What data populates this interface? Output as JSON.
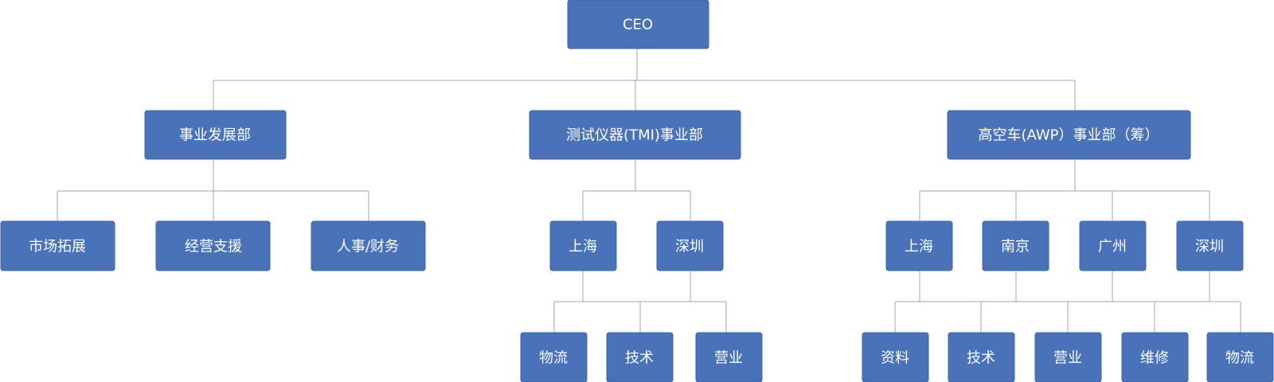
{
  "org_chart": {
    "ceo": "CEO",
    "divisions": [
      {
        "label": "事业发展部",
        "units": [
          {
            "label": "市场拓展"
          },
          {
            "label": "经营支援"
          },
          {
            "label": "人事/财务"
          }
        ]
      },
      {
        "label": "测试仪器(TMI)事业部",
        "units": [
          {
            "label": "上海"
          },
          {
            "label": "深圳"
          }
        ],
        "sub_units": [
          "物流",
          "技术",
          "营业"
        ]
      },
      {
        "label": "高空车(AWP）事业部（筹）",
        "units": [
          {
            "label": "上海"
          },
          {
            "label": "南京"
          },
          {
            "label": "广州"
          },
          {
            "label": "深圳"
          }
        ],
        "sub_units": [
          "资料",
          "技术",
          "营业",
          "维修",
          "物流"
        ]
      }
    ]
  },
  "colors": {
    "node_fill": "#4a72b8",
    "node_text": "#ffffff",
    "connector": "#a6a6a6"
  }
}
